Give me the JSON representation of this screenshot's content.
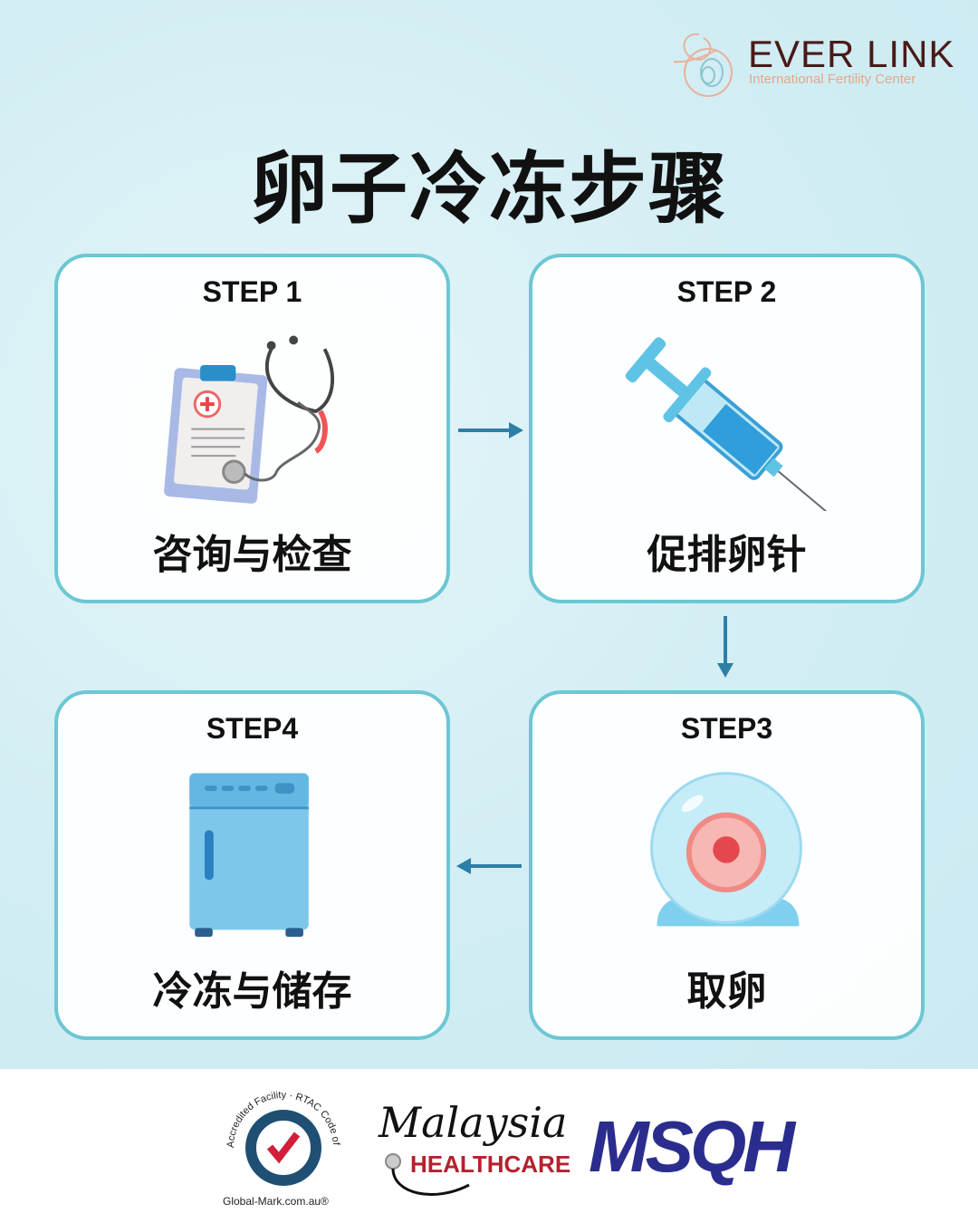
{
  "brand": {
    "name": "EVER LINK",
    "tagline": "International Fertility Center"
  },
  "title": "卵子冷冻步骤",
  "steps": [
    {
      "step": "STEP 1",
      "label": "咨询与检查",
      "icon": "clipboard-stethoscope-icon"
    },
    {
      "step": "STEP 2",
      "label": "促排卵针",
      "icon": "syringe-icon"
    },
    {
      "step": "STEP3",
      "label": "取卵",
      "icon": "egg-cell-icon"
    },
    {
      "step": "STEP4",
      "label": "冷冻与储存",
      "icon": "freezer-icon"
    }
  ],
  "footer": {
    "globalmark": {
      "ring_text": "Accredited Facility · RTAC Code of Practice",
      "site": "Global-Mark.com.au®"
    },
    "mhtc": {
      "script": "Malaysia",
      "word": "HEALTHCARE"
    },
    "msqh": "MSQH"
  }
}
